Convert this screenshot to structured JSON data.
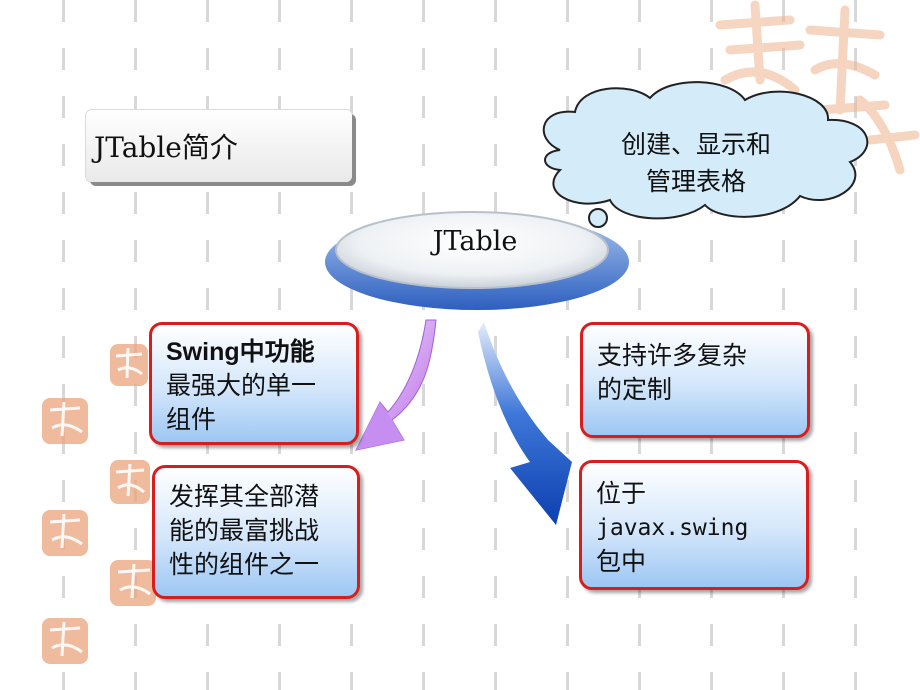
{
  "slide": {
    "title": "JTable简介",
    "center_label": "JTable",
    "thought": {
      "line1": "创建、显示和",
      "line2": "管理表格"
    },
    "left_boxes": [
      {
        "line1": "Swing中功能",
        "line2": "最强大的单一",
        "line3": "组件"
      },
      {
        "line1": "发挥其全部潜",
        "line2": "能的最富挑战",
        "line3": "性的组件之一"
      }
    ],
    "right_boxes": [
      {
        "line1": "支持许多复杂",
        "line2": "的定制"
      },
      {
        "line1": "位于",
        "line2": "javax.swing",
        "line3": "包中"
      }
    ]
  },
  "colors": {
    "box_border": "#d81d1d",
    "box_fill_top": "#ffffff",
    "box_fill_bottom": "#9dc7f3",
    "left_arrow": "#c98af0",
    "right_arrow": "#1a4fc4",
    "ellipse_ring": "#3a6fc8",
    "seal_color": "#e9a27a"
  },
  "icons": [
    "seal-logo-icon",
    "thought-cloud-icon",
    "curved-arrow-icon"
  ]
}
